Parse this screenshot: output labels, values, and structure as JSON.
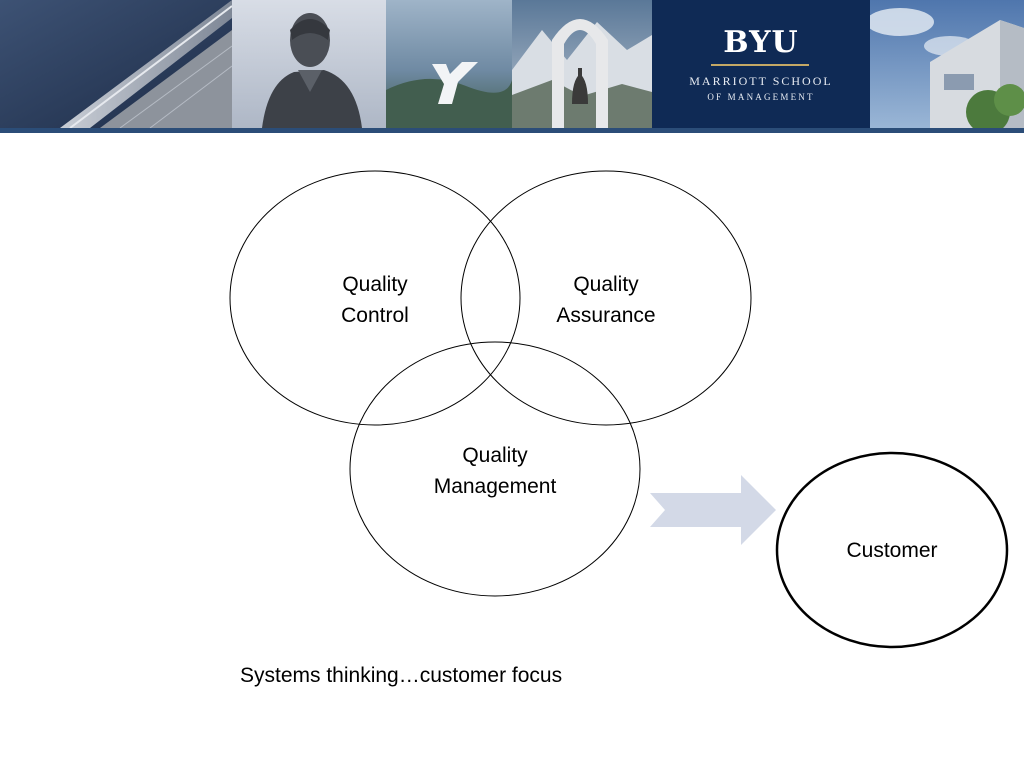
{
  "banner": {
    "logo": {
      "main": "BYU",
      "line1": "MARRIOTT SCHOOL",
      "line2": "OF MANAGEMENT"
    }
  },
  "diagram": {
    "circles": {
      "quality_control": "Quality\nControl",
      "quality_assurance": "Quality\nAssurance",
      "quality_management": "Quality\nManagement",
      "customer": "Customer"
    }
  },
  "caption": "Systems thinking…customer focus",
  "colors": {
    "arrow": "#d3d9e7",
    "banner_navy": "#0f2a55",
    "logo_rule_gold": "#c4a865"
  }
}
